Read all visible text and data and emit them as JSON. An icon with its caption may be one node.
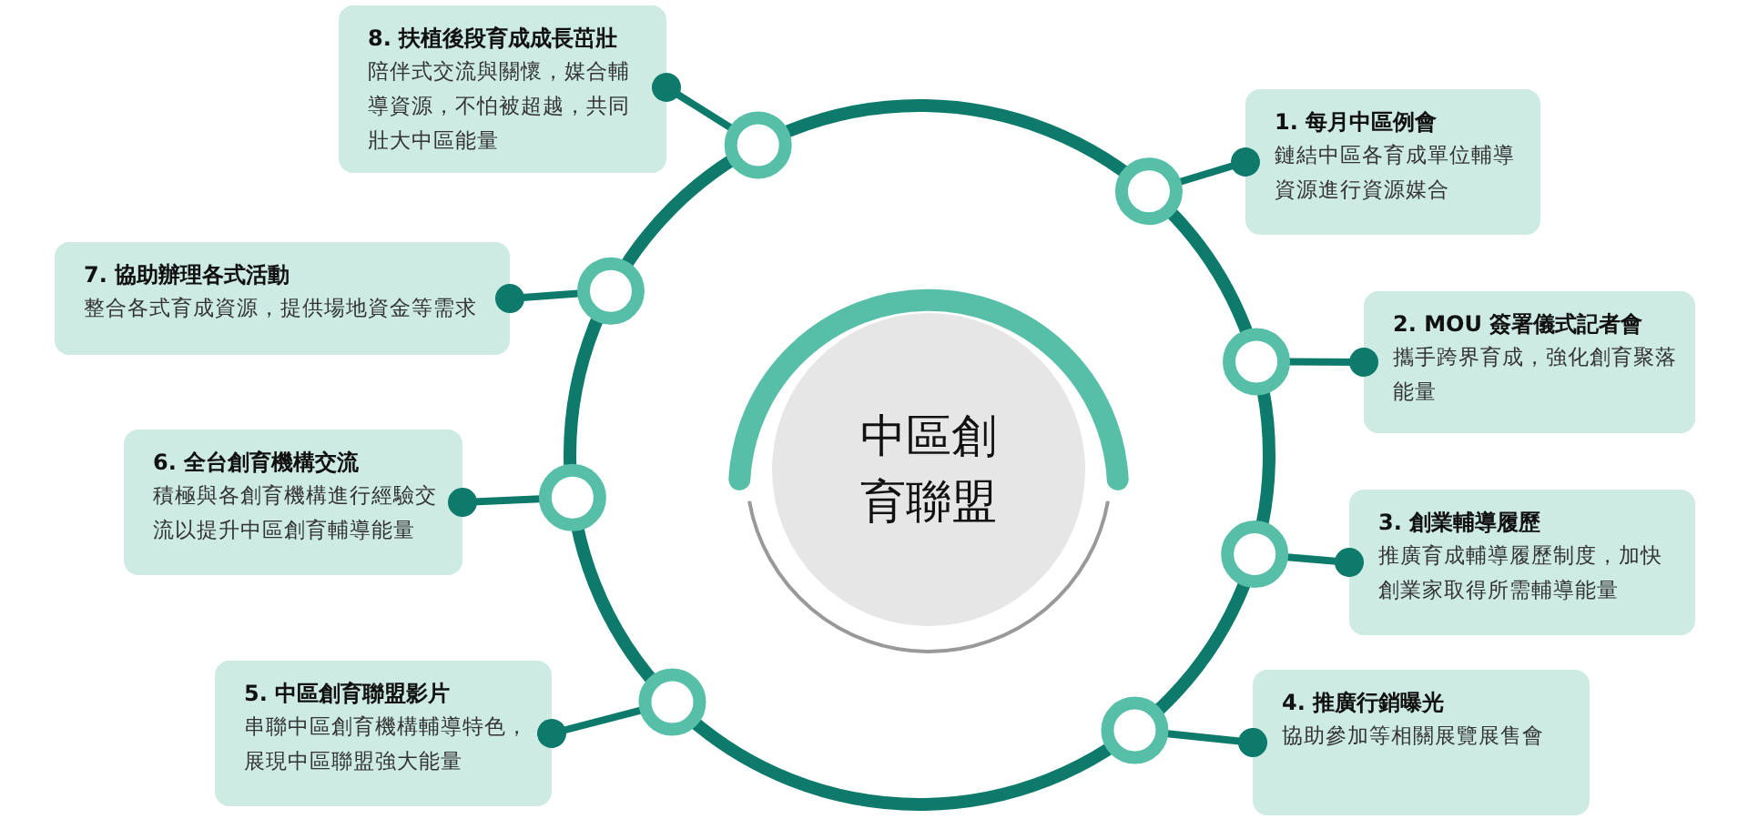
{
  "diagram": {
    "nodes": [
      {
        "text": [
          "中區創育聯盟"
        ]
      },
      {
        "text": [
          "1. 每月中區例會",
          "鏈結中區各育成單位輔導資源進行資源媒合"
        ]
      },
      {
        "text": [
          "2. MOU 簽署儀式記者會",
          "攜手跨界育成，強化創育聚落能量"
        ]
      },
      {
        "text": [
          "3. 創業輔導履歷",
          "推廣育成輔導履歷制度，加快創業家取得所需輔導能量"
        ]
      },
      {
        "text": [
          "4. 推廣行銷曝光",
          "協助參加等相關展覽展售會"
        ]
      },
      {
        "text": [
          "5. 中區創育聯盟影片",
          "串聯中區創育機構輔導特色，展現中區聯盟強大能量"
        ]
      },
      {
        "text": [
          "6. 全台創育機構交流",
          "積極與各創育機構進行經驗交流以提升中區創育輔導能量"
        ]
      },
      {
        "text": [
          "7. 協助辦理各式活動",
          "整合各式育成資源，提供場地資金等需求"
        ]
      },
      {
        "text": [
          "8. 扶植後段育成成長茁壯",
          "陪伴式交流與關懷，媒合輔導資源，不怕被超越，共同壯大中區能量"
        ]
      },
      {
        "text": [],
        "shape": "circle"
      },
      {
        "text": [],
        "shape": "circle"
      },
      {
        "text": [],
        "shape": "circle"
      },
      {
        "text": [],
        "shape": "circle"
      },
      {
        "text": [],
        "shape": "circle"
      },
      {
        "text": [],
        "shape": "circle"
      },
      {
        "text": [],
        "shape": "circle"
      },
      {
        "text": [],
        "shape": "circle"
      }
    ],
    "edges": [
      {
        "from": 9,
        "to": 1,
        "arrow": "other"
      },
      {
        "from": 10,
        "to": 2,
        "arrow": "other"
      },
      {
        "from": 11,
        "to": 3,
        "arrow": "other"
      },
      {
        "from": 12,
        "to": 4,
        "arrow": "other"
      },
      {
        "from": 13,
        "to": 5,
        "arrow": "other"
      },
      {
        "from": 14,
        "to": 6,
        "arrow": "other"
      },
      {
        "from": 15,
        "to": 7,
        "arrow": "other"
      },
      {
        "from": 16,
        "to": 8,
        "arrow": "other"
      }
    ]
  }
}
